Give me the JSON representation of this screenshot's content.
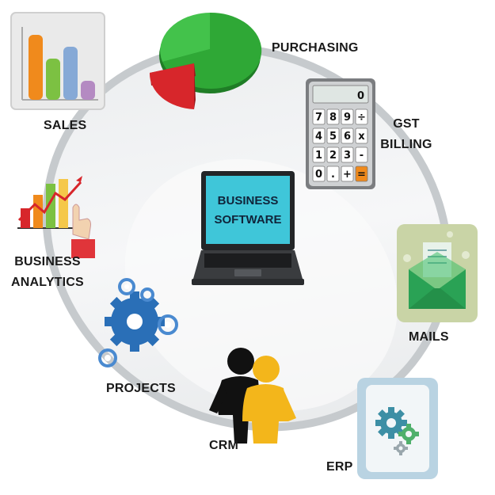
{
  "center": {
    "line1": "BUSINESS",
    "line2": "SOFTWARE"
  },
  "modules": {
    "sales": "SALES",
    "purchasing": "PURCHASING",
    "gst_line1": "GST",
    "gst_line2": "BILLING",
    "analytics_line1": "BUSINESS",
    "analytics_line2": "ANALYTICS",
    "mails": "MAILS",
    "projects": "PROJECTS",
    "crm": "CRM",
    "erp": "ERP"
  },
  "calculator": {
    "display": "0",
    "keys": [
      "7",
      "8",
      "9",
      "÷",
      "4",
      "5",
      "6",
      "x",
      "1",
      "2",
      "3",
      "-",
      "0",
      ".",
      "+",
      "="
    ]
  },
  "icons": [
    "bar-chart-icon",
    "pie-chart-icon",
    "calculator-icon",
    "growth-chart-icon",
    "laptop-icon",
    "envelope-icon",
    "gears-icon",
    "people-icon",
    "settings-gear-icon"
  ],
  "colors": {
    "ring": "#c9cdd1",
    "screen": "#3fc6d9",
    "pie_green": "#2fa836",
    "pie_red": "#d7262b",
    "people_black": "#111111",
    "people_yellow": "#f3b61b",
    "gears_blue": "#2a6fb7",
    "erp_gear": "#3d8fa5"
  }
}
